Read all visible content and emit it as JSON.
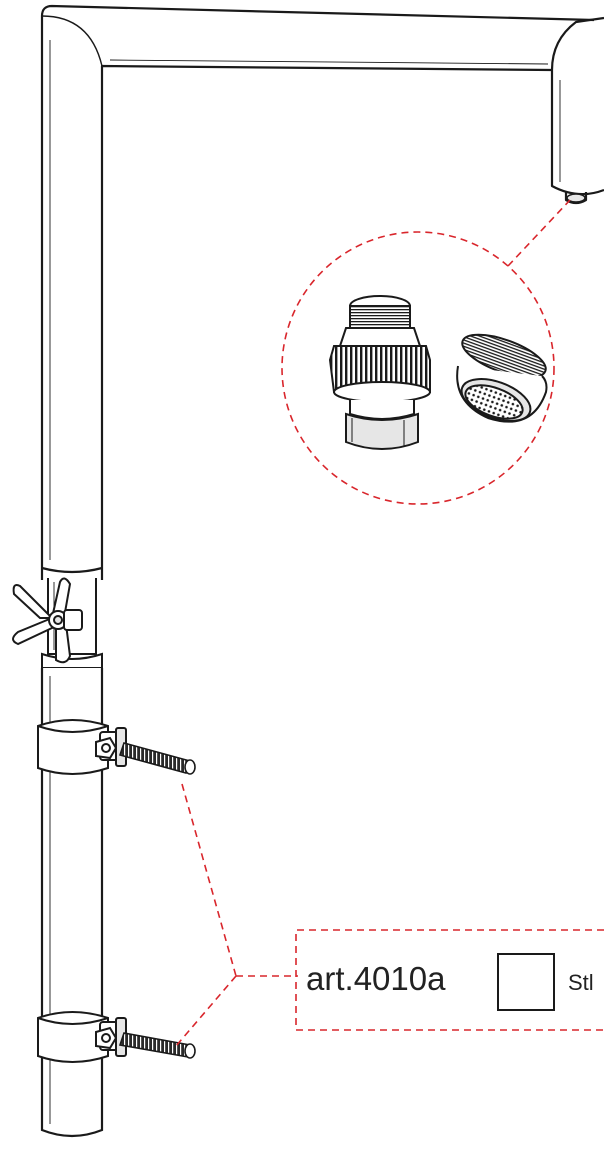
{
  "callout": {
    "article_prefix": "art",
    "article_dot": ".",
    "article_code": "4010a",
    "option_text": "Stl"
  },
  "colors": {
    "line": "#1a1a1a",
    "callout_dash": "#d9262c",
    "background": "#ffffff",
    "shade": "#e6e6e6"
  },
  "icons": {
    "adapter": "hose-adapter-icon",
    "aerator": "aerator-icon",
    "wing_nut": "wing-nut-icon",
    "clamp": "pipe-clamp-icon",
    "checkbox": "checkbox-icon"
  }
}
